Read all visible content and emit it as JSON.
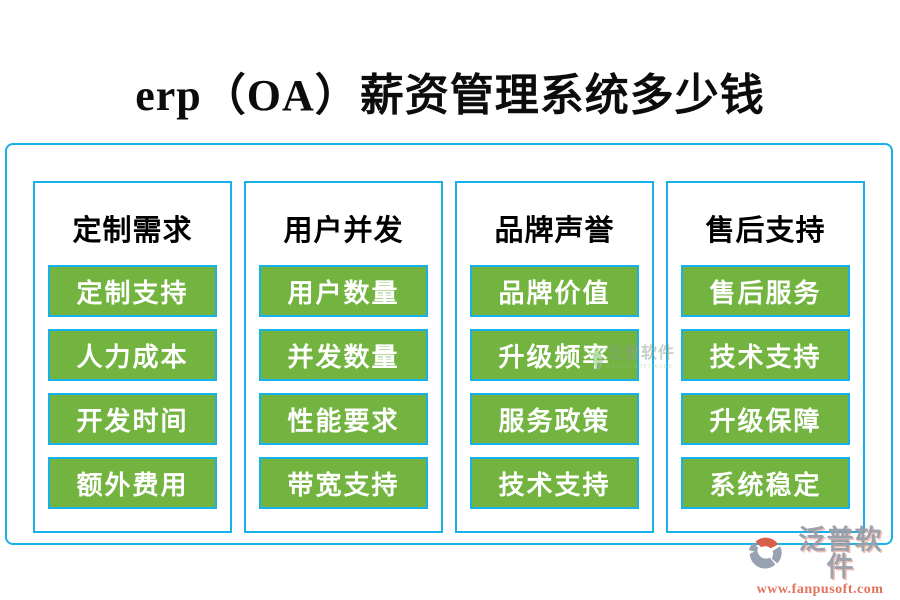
{
  "title": "erp（OA）薪资管理系统多少钱",
  "columns": [
    {
      "header": "定制需求",
      "items": [
        "定制支持",
        "人力成本",
        "开发时间",
        "额外费用"
      ]
    },
    {
      "header": "用户并发",
      "items": [
        "用户数量",
        "并发数量",
        "性能要求",
        "带宽支持"
      ]
    },
    {
      "header": "品牌声誉",
      "items": [
        "品牌价值",
        "升级频率",
        "服务政策",
        "技术支持"
      ]
    },
    {
      "header": "售后支持",
      "items": [
        "售后服务",
        "技术支持",
        "升级保障",
        "系统稳定"
      ]
    }
  ],
  "watermark": {
    "brand": "泛普软件",
    "brand_en": "FANPU SOFTWARE"
  },
  "footer": {
    "brand": "泛普软件",
    "url": "www.fanpusoft.com"
  },
  "colors": {
    "accent_cyan": "#16b2e9",
    "button_green": "#72b43f",
    "footer_grey": "#9aa2ad",
    "footer_red": "#e0735c"
  }
}
